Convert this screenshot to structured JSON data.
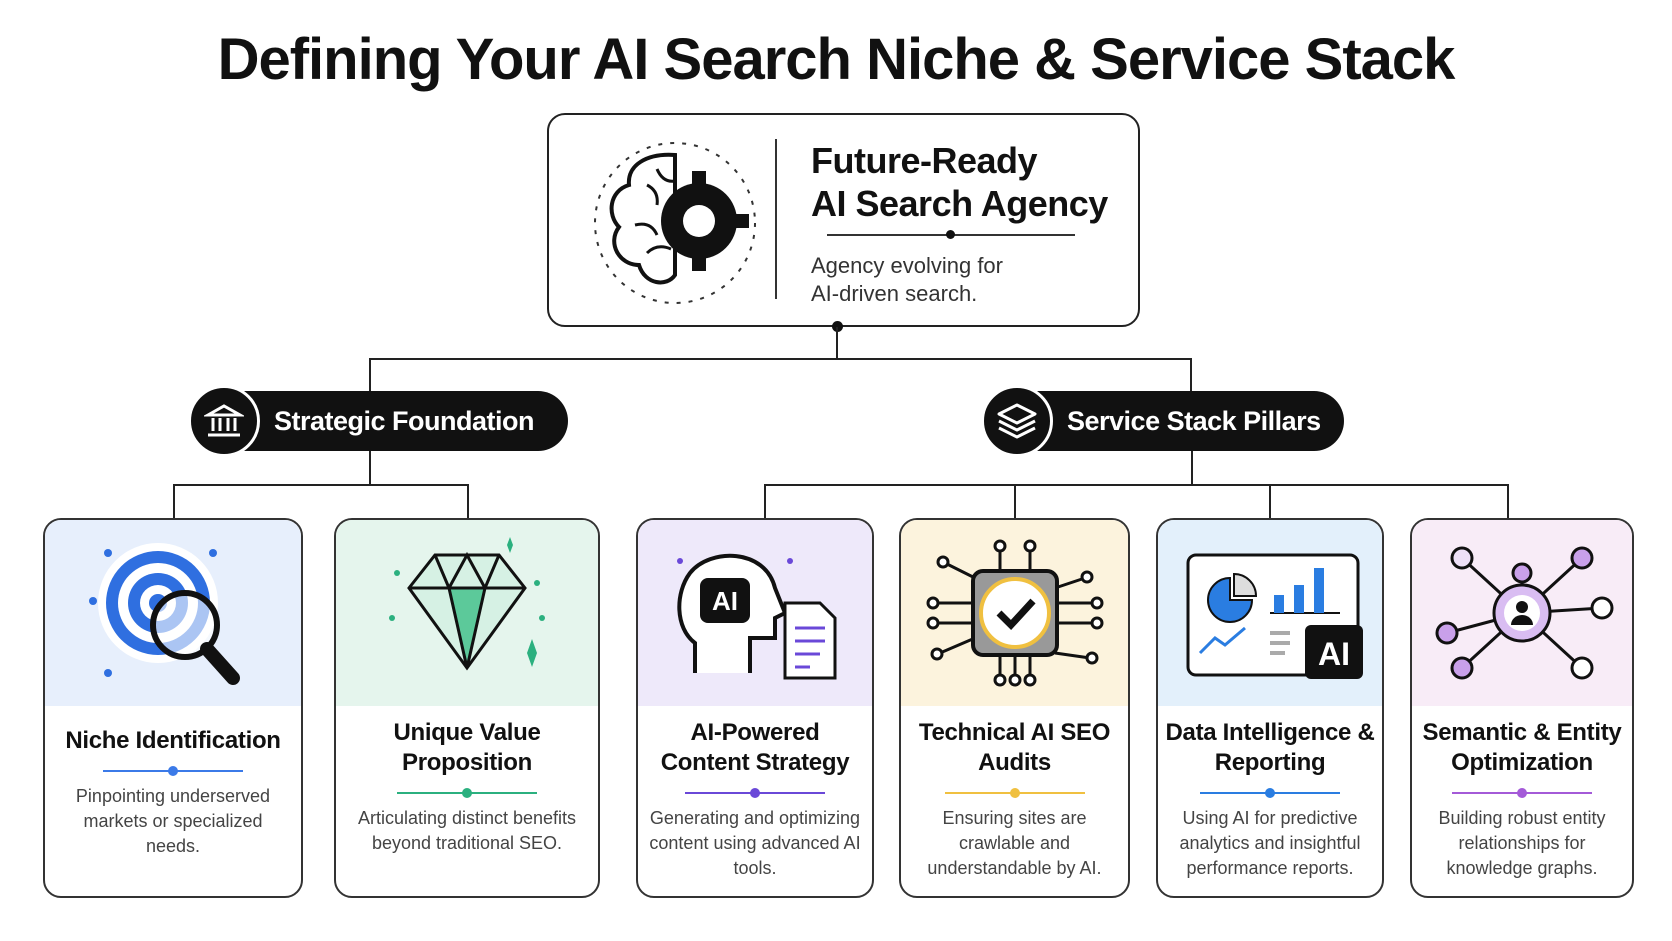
{
  "title": "Defining Your AI Search Niche & Service Stack",
  "hub": {
    "title_line1": "Future-Ready",
    "title_line2": "AI Search Agency",
    "subtitle_line1": "Agency evolving for",
    "subtitle_line2": "AI-driven search.",
    "icon": "brain-gear-icon"
  },
  "branches": [
    {
      "label": "Strategic Foundation",
      "icon": "bank-icon"
    },
    {
      "label": "Service Stack Pillars",
      "icon": "layers-icon"
    }
  ],
  "cards": [
    {
      "title": "Niche Identification",
      "description": "Pinpointing underserved markets or specialized needs.",
      "icon": "target-magnifier-icon",
      "accent": "#3b7ae8",
      "bg": "#e7effc"
    },
    {
      "title": "Unique Value Proposition",
      "description": "Articulating distinct benefits beyond traditional SEO.",
      "icon": "diamond-icon",
      "accent": "#2bb07f",
      "bg": "#e5f5ed"
    },
    {
      "title": "AI-Powered Content Strategy",
      "description": "Generating and optimizing content using advanced AI tools.",
      "icon": "ai-head-document-icon",
      "accent": "#6a48d8",
      "bg": "#eee9fa"
    },
    {
      "title": "Technical AI SEO Audits",
      "description": "Ensuring sites are crawlable and understandable by AI.",
      "icon": "chip-check-icon",
      "accent": "#f0c040",
      "bg": "#fcf3dd"
    },
    {
      "title": "Data Intelligence & Reporting",
      "description": "Using AI for predictive analytics and insightful performance reports.",
      "icon": "analytics-dashboard-icon",
      "accent": "#2a7de1",
      "bg": "#e3f0fb"
    },
    {
      "title": "Semantic & Entity Optimization",
      "description": "Building robust entity relationships for knowledge graphs.",
      "icon": "entity-network-icon",
      "accent": "#a45ad8",
      "bg": "#f8ecf7"
    }
  ],
  "ai_badge": "AI"
}
